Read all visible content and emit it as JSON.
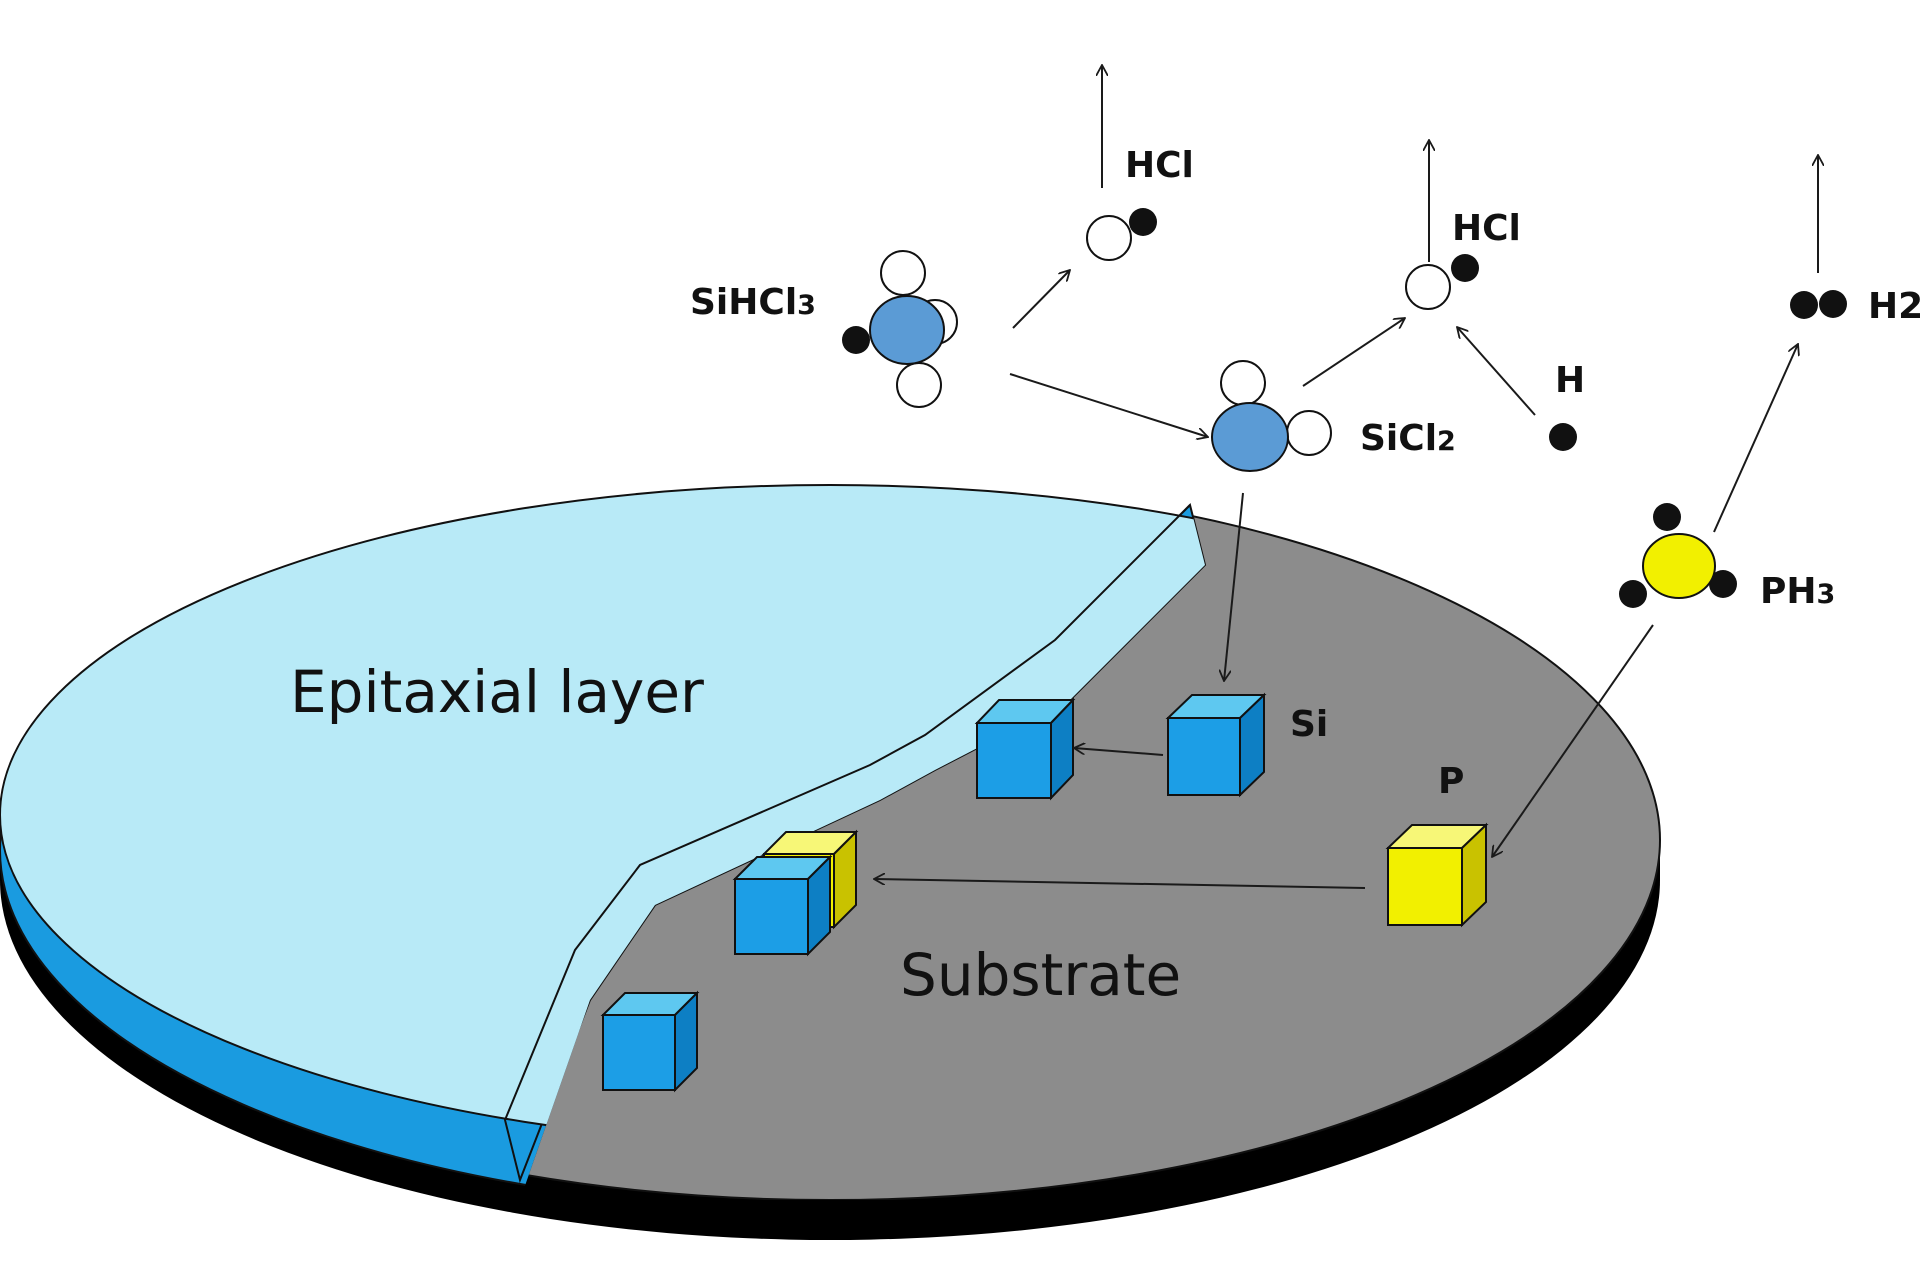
{
  "labels": {
    "epitaxial": "Epitaxial layer",
    "substrate": "Substrate",
    "sihcl3_main": "SiHCl",
    "sihcl3_sub": "3",
    "sicl2_main": "SiCl",
    "sicl2_sub": "2",
    "ph3_main": "PH",
    "ph3_sub": "3",
    "hcl1": "HCl",
    "hcl2": "HCl",
    "h": "H",
    "h2": "H2",
    "si": "Si",
    "p": "P"
  },
  "colors": {
    "epitaxial_top": "#b8eaf7",
    "epitaxial_edge": "#1a9be0",
    "substrate": "#8c8c8c",
    "wafer_base": "#000000",
    "si_molecule": "#5b9bd5",
    "phosphorus_molecule": "#f2f000",
    "si_cube": "#1c9ee6",
    "p_cube": "#f2f000"
  }
}
